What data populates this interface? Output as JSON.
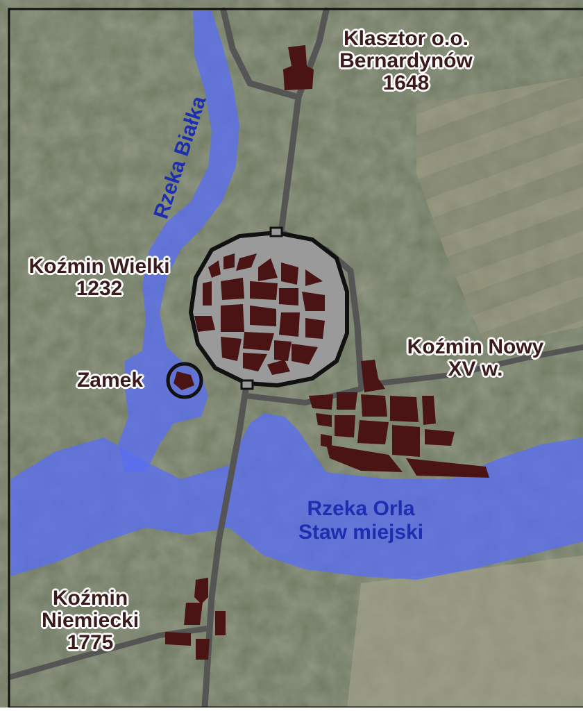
{
  "colors": {
    "water": "#5a6ef2",
    "town": "#9a9a9a",
    "building": "#4a1414",
    "road": "#555555",
    "wall": "#111111",
    "label_text": "#3a1a1a",
    "river_text": "#1d2fb0"
  },
  "labels": {
    "monastery": {
      "line1": "Klasztor o.o.",
      "line2": "Bernardynów",
      "line3": "1648"
    },
    "kozmin_wielki": {
      "line1": "Koźmin Wielki",
      "line2": "1232"
    },
    "zamek": {
      "line1": "Zamek"
    },
    "kozmin_nowy": {
      "line1": "Koźmin Nowy",
      "line2": "XV w."
    },
    "kozmin_niemiecki": {
      "line1": "Koźmin",
      "line2": "Niemiecki",
      "line3": "1775"
    }
  },
  "rivers": {
    "bialka": "Rzeka Białka",
    "orla_line1": "Rzeka Orla",
    "orla_line2": "Staw miejski"
  }
}
